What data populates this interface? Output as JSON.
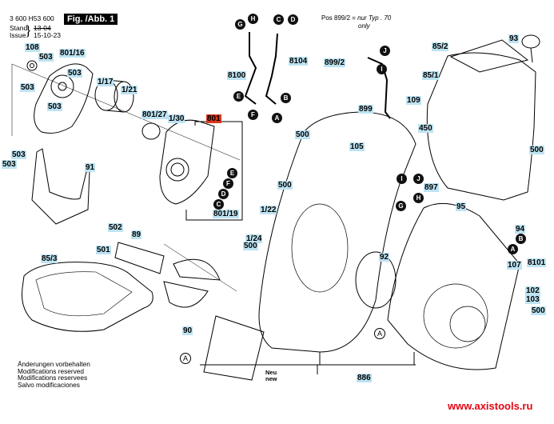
{
  "header": {
    "part_number": "3 600 H53 600",
    "figure_label": "Fig. /Abb. 1",
    "stand_label": "Stand",
    "issue_label": "Issue",
    "stand_date": "13-04",
    "issue_date": "15-10-23",
    "position_note": "Pos 899/2 = ",
    "position_note_type": "nur Typ . 70",
    "position_note_only": "only"
  },
  "footer": {
    "notes": [
      "Änderungen vorbehalten",
      "Modifications reserved",
      "Modifications reservees",
      "Salvo modificaciones"
    ],
    "website": "www.axistools.ru",
    "neu": "Neu",
    "new": "new"
  },
  "colors": {
    "label_highlight": "#bde3f2",
    "assembly_highlight": "#d9371c",
    "website": "#e30613"
  },
  "part_labels": [
    {
      "id": "108",
      "text": "108"
    },
    {
      "id": "503-a",
      "text": "503"
    },
    {
      "id": "801-16",
      "text": "801/16"
    },
    {
      "id": "503-b",
      "text": "503"
    },
    {
      "id": "503-c",
      "text": "503"
    },
    {
      "id": "503-d",
      "text": "503"
    },
    {
      "id": "1-17",
      "text": "1/17"
    },
    {
      "id": "1-21",
      "text": "1/21"
    },
    {
      "id": "801-27",
      "text": "801/27"
    },
    {
      "id": "1-30",
      "text": "1/30"
    },
    {
      "id": "801",
      "text": "801"
    },
    {
      "id": "801-19",
      "text": "801/19"
    },
    {
      "id": "503-e",
      "text": "503"
    },
    {
      "id": "503-f",
      "text": "503"
    },
    {
      "id": "91",
      "text": "91"
    },
    {
      "id": "502",
      "text": "502"
    },
    {
      "id": "89",
      "text": "89"
    },
    {
      "id": "501",
      "text": "501"
    },
    {
      "id": "85-3",
      "text": "85/3"
    },
    {
      "id": "90",
      "text": "90"
    },
    {
      "id": "8100",
      "text": "8100"
    },
    {
      "id": "8104",
      "text": "8104"
    },
    {
      "id": "899-2",
      "text": "899/2"
    },
    {
      "id": "899",
      "text": "899"
    },
    {
      "id": "109",
      "text": "109"
    },
    {
      "id": "450",
      "text": "450"
    },
    {
      "id": "85-2",
      "text": "85/2"
    },
    {
      "id": "93",
      "text": "93"
    },
    {
      "id": "85-1",
      "text": "85/1"
    },
    {
      "id": "500-a",
      "text": "500"
    },
    {
      "id": "500-b",
      "text": "500"
    },
    {
      "id": "105",
      "text": "105"
    },
    {
      "id": "500-c",
      "text": "500"
    },
    {
      "id": "1-22",
      "text": "1/22"
    },
    {
      "id": "1-24",
      "text": "1/24"
    },
    {
      "id": "500-d",
      "text": "500"
    },
    {
      "id": "92",
      "text": "92"
    },
    {
      "id": "897",
      "text": "897"
    },
    {
      "id": "95",
      "text": "95"
    },
    {
      "id": "94",
      "text": "94"
    },
    {
      "id": "8101",
      "text": "8101"
    },
    {
      "id": "107",
      "text": "107"
    },
    {
      "id": "102",
      "text": "102"
    },
    {
      "id": "103",
      "text": "103"
    },
    {
      "id": "500-e",
      "text": "500"
    },
    {
      "id": "886",
      "text": "886"
    }
  ],
  "connector_letters": {
    "H1": "H",
    "G1": "G",
    "C1": "C",
    "D1": "D",
    "E1": "E",
    "F1": "F",
    "B1": "B",
    "A1": "A",
    "E2": "E",
    "F2": "F",
    "D2": "D",
    "C2": "C",
    "J1": "J",
    "I1": "I",
    "I2": "I",
    "J2": "J",
    "G2": "G",
    "H2": "H",
    "B2": "B",
    "A2": "A",
    "A3": "A",
    "A4": "A"
  }
}
